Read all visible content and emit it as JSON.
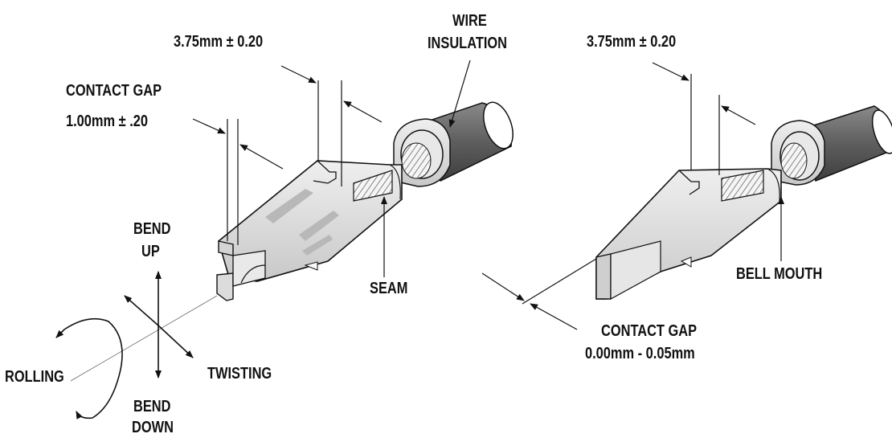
{
  "labels": {
    "dim_left": "3.75mm ± 0.20",
    "dim_right": "3.75mm ± 0.20",
    "wire_insulation_line1": "WIRE",
    "wire_insulation_line2": "INSULATION",
    "contact_gap_left_line1": "CONTACT GAP",
    "contact_gap_left_line2": "1.00mm ± .20",
    "bend_up_line1": "BEND",
    "bend_up_line2": "UP",
    "seam": "SEAM",
    "bell_mouth": "BELL MOUTH",
    "rolling": "ROLLING",
    "twisting": "TWISTING",
    "bend_down_line1": "BEND",
    "bend_down_line2": "DOWN",
    "contact_gap_right_line1": "CONTACT GAP",
    "contact_gap_right_line2": "0.00mm - 0.05mm"
  },
  "colors": {
    "ink": "#111111",
    "metal_light": "#e4e4e4",
    "metal_mid": "#cfcfcf",
    "metal_dark": "#9a9a9a",
    "wire_insulation": "#6e6e6e",
    "wire_insulation_dark": "#4a4a4a"
  }
}
